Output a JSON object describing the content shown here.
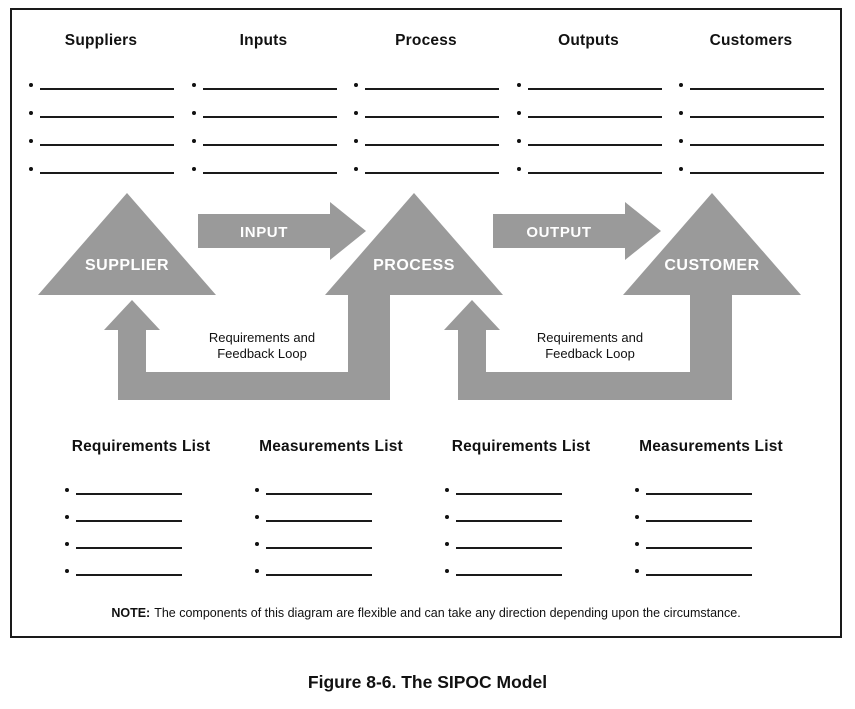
{
  "figure": {
    "caption": "Figure 8-6. The SIPOC Model"
  },
  "top_table": {
    "columns": [
      {
        "label": "Suppliers"
      },
      {
        "label": "Inputs"
      },
      {
        "label": "Process"
      },
      {
        "label": "Outputs"
      },
      {
        "label": "Customers"
      }
    ],
    "blank_lines_per_column": 4
  },
  "diagram": {
    "gray": "#9a9a9a",
    "supplier_label": "SUPPLIER",
    "process_label": "PROCESS",
    "customer_label": "CUSTOMER",
    "input_arrow_label": "INPUT",
    "output_arrow_label": "OUTPUT",
    "feedback_left": {
      "line1": "Requirements and",
      "line2": "Feedback Loop"
    },
    "feedback_right": {
      "line1": "Requirements and",
      "line2": "Feedback Loop"
    }
  },
  "bottom_table": {
    "columns": [
      {
        "label": "Requirements List"
      },
      {
        "label": "Measurements List"
      },
      {
        "label": "Requirements List"
      },
      {
        "label": "Measurements List"
      }
    ],
    "blank_lines_per_column": 4
  },
  "note": {
    "label": "NOTE:",
    "text": "The components of this diagram are flexible and can take any direction depending upon the circumstance."
  }
}
